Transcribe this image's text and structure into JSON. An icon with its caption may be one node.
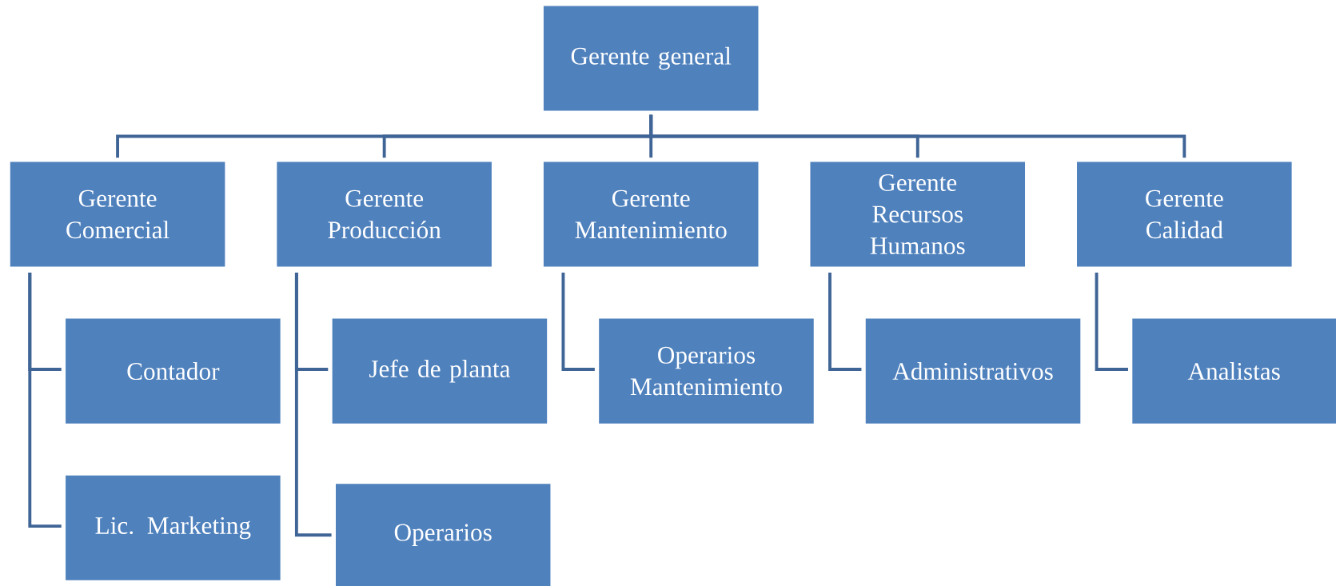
{
  "diagram": {
    "nodes": [
      {
        "text": [
          "Gerente general"
        ]
      },
      {
        "text": [
          "Gerente Comercial"
        ]
      },
      {
        "text": [
          "Gerente Producción"
        ]
      },
      {
        "text": [
          "Gerente Mantenimiento"
        ]
      },
      {
        "text": [
          "Gerente Recursos Humanos"
        ]
      },
      {
        "text": [
          "Gerente Calidad"
        ]
      },
      {
        "text": [
          "Contador"
        ]
      },
      {
        "text": [
          "Jefe de planta"
        ]
      },
      {
        "text": [
          "Operarios Mantenimiento"
        ]
      },
      {
        "text": [
          "Administrativos"
        ]
      },
      {
        "text": [
          "Analistas"
        ]
      },
      {
        "text": [
          "Lic. Marketing"
        ]
      },
      {
        "text": [
          "Operarios"
        ]
      }
    ],
    "edges": [
      {
        "from": 0,
        "to": 1,
        "arrow": "none"
      },
      {
        "from": 0,
        "to": 2,
        "arrow": "none"
      },
      {
        "from": 0,
        "to": 3,
        "arrow": "none"
      },
      {
        "from": 0,
        "to": 4,
        "arrow": "none"
      },
      {
        "from": 0,
        "to": 5,
        "arrow": "none"
      },
      {
        "from": 1,
        "to": 6,
        "arrow": "none"
      },
      {
        "from": 1,
        "to": 11,
        "arrow": "none"
      },
      {
        "from": 2,
        "to": 7,
        "arrow": "none"
      },
      {
        "from": 2,
        "to": 12,
        "arrow": "none"
      },
      {
        "from": 3,
        "to": 8,
        "arrow": "none"
      },
      {
        "from": 4,
        "to": 9,
        "arrow": "none"
      },
      {
        "from": 5,
        "to": 10,
        "arrow": "none"
      }
    ]
  }
}
